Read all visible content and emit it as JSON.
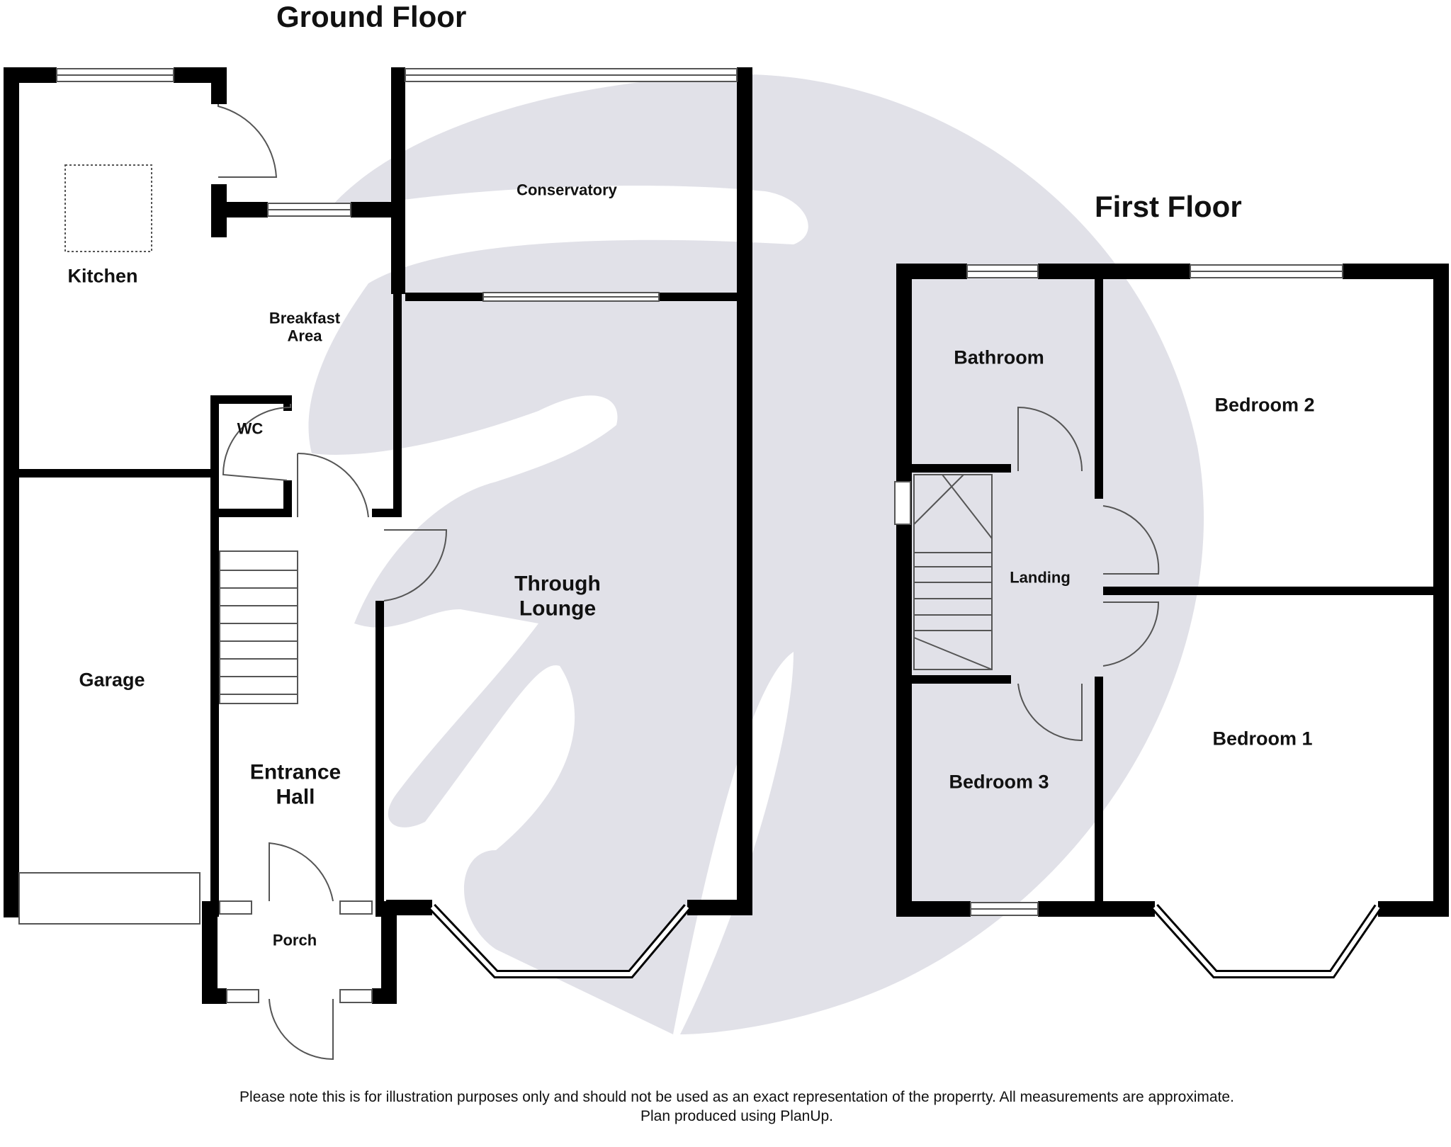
{
  "floors": {
    "ground": {
      "title": "Ground Floor",
      "rooms": {
        "kitchen": "Kitchen",
        "breakfast": "Breakfast\nArea",
        "conservatory": "Conservatory",
        "wc": "WC",
        "lounge": "Through\nLounge",
        "garage": "Garage",
        "hall": "Entrance\nHall",
        "porch": "Porch"
      }
    },
    "first": {
      "title": "First Floor",
      "rooms": {
        "bathroom": "Bathroom",
        "bedroom2": "Bedroom 2",
        "landing": "Landing",
        "bedroom1": "Bedroom 1",
        "bedroom3": "Bedroom 3"
      }
    }
  },
  "footer": {
    "line1": "Please note this is for illustration purposes only and should not be used as an exact representation of the properrty. All measurements are approximate.",
    "line2": "Plan produced using PlanUp."
  },
  "colors": {
    "wall": "#000000",
    "watermark": "#e1e1e8",
    "fixture": "#555555"
  }
}
